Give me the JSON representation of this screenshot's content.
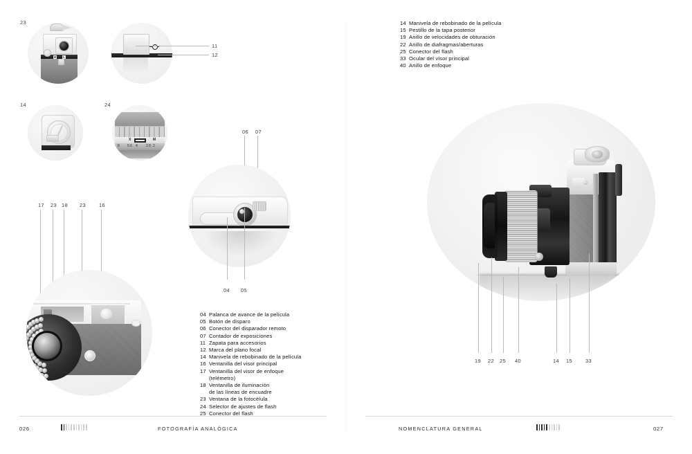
{
  "spread": {
    "left_page": {
      "folio": "026",
      "running_head": "FOTOGRAFÍA ANALÓGICA",
      "tick_pattern": [
        1,
        1,
        0,
        0,
        0,
        0,
        0,
        0,
        0,
        0,
        0
      ],
      "plates": [
        {
          "id": "plate-23",
          "callout": "23"
        },
        {
          "id": "plate-shoe",
          "callouts": [
            "11",
            "12"
          ]
        },
        {
          "id": "plate-14",
          "callout": "14"
        },
        {
          "id": "plate-24",
          "callout": "24"
        },
        {
          "id": "plate-shutter",
          "callouts_top": [
            "06",
            "07"
          ],
          "callouts_bottom": [
            "04",
            "05"
          ]
        },
        {
          "id": "plate-front",
          "callouts_top": [
            "17",
            "23",
            "18",
            "23",
            "16"
          ]
        }
      ],
      "legend": [
        {
          "n": "04",
          "t": "Palanca de avance de la película"
        },
        {
          "n": "05",
          "t": "Botón de disparo"
        },
        {
          "n": "06",
          "t": "Conector del disparador remoto"
        },
        {
          "n": "07",
          "t": "Contador de exposiciones"
        },
        {
          "n": "11",
          "t": "Zapata para accesorios"
        },
        {
          "n": "12",
          "t": "Marca del plano focal"
        },
        {
          "n": "14",
          "t": "Manivela de rebobinado de la película"
        },
        {
          "n": "16",
          "t": "Ventanilla del visor principal"
        },
        {
          "n": "17",
          "t": "Ventanilla del visor de enfoque"
        },
        {
          "n": "",
          "t": "(telémetro)"
        },
        {
          "n": "18",
          "t": "Ventanilla de iluminación"
        },
        {
          "n": "",
          "t": "de las líneas de encuadre"
        },
        {
          "n": "23",
          "t": "Ventana de la fotocélula"
        },
        {
          "n": "24",
          "t": "Selector de ajustes de flash"
        },
        {
          "n": "25",
          "t": "Conector del flash"
        }
      ]
    },
    "right_page": {
      "folio": "027",
      "running_head": "NOMENCLATURA GENERAL",
      "tick_pattern": [
        1,
        1,
        1,
        1,
        1,
        0,
        0,
        0,
        0,
        0
      ],
      "legend": [
        {
          "n": "14",
          "t": "Manivela de rebobinado de la película"
        },
        {
          "n": "15",
          "t": "Pestillo de la tapa posterior"
        },
        {
          "n": "19",
          "t": "Anillo de velocidades de obturación"
        },
        {
          "n": "22",
          "t": "Anillo de diafragmas/aberturas"
        },
        {
          "n": "25",
          "t": "Conector del flash"
        },
        {
          "n": "33",
          "t": "Ocular del visor principal"
        },
        {
          "n": "40",
          "t": "Anillo de enfoque"
        }
      ],
      "hero_callouts": [
        "19",
        "22",
        "25",
        "40",
        "14",
        "15",
        "33"
      ]
    },
    "colors": {
      "page_background": "#ffffff",
      "ink": "#1a1a1a",
      "leader_line": "#b9b9b9",
      "plate_background": "#f2f2f2",
      "rule": "#d8d8d8",
      "tick_on": "#2e2e2e",
      "tick_off": "#cfcfcf"
    }
  }
}
